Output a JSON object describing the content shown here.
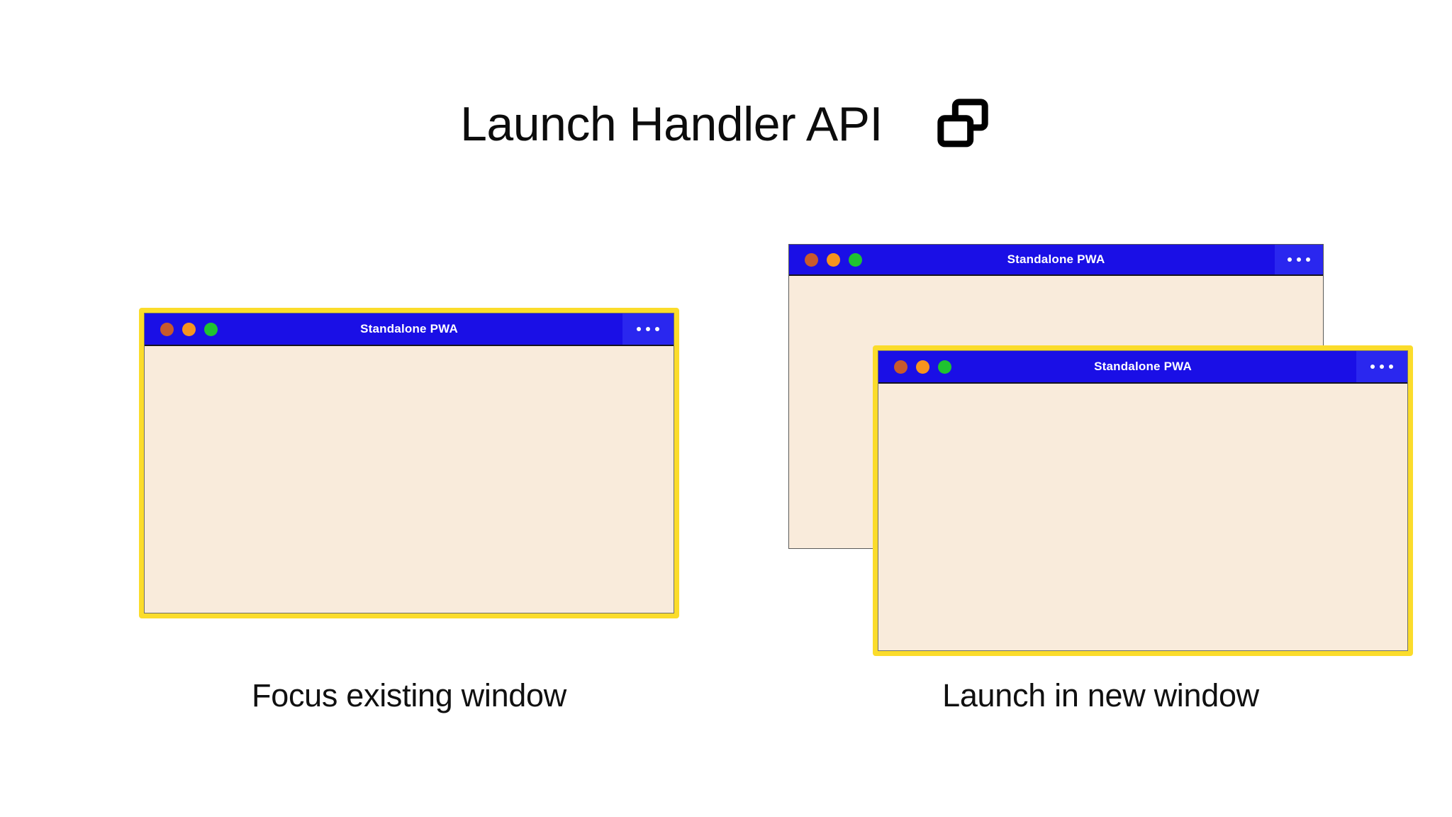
{
  "header": {
    "title": "Launch Handler API",
    "icon": "multi-window-icon"
  },
  "windows": {
    "left": {
      "title": "Standalone PWA",
      "menu_icon": "overflow-menu-icon",
      "highlighted": true,
      "controls": [
        "close-dot",
        "minimize-dot",
        "maximize-dot"
      ]
    },
    "back": {
      "title": "Standalone PWA",
      "menu_icon": "overflow-menu-icon",
      "highlighted": false,
      "controls": [
        "close-dot",
        "minimize-dot",
        "maximize-dot"
      ]
    },
    "front": {
      "title": "Standalone PWA",
      "menu_icon": "overflow-menu-icon",
      "highlighted": true,
      "controls": [
        "close-dot",
        "minimize-dot",
        "maximize-dot"
      ]
    }
  },
  "captions": {
    "left": "Focus existing window",
    "right": "Launch in new window"
  },
  "colors": {
    "background": "#ffffff",
    "titlebar_blue": "#1a0fe6",
    "menu_blue": "#2a27ef",
    "window_body_cream": "#f9ebdb",
    "highlight_yellow": "#fbdc2b",
    "dot_red": "#c85a2c",
    "dot_amber": "#f7941e",
    "dot_green": "#1fc330",
    "text_dark": "#0c0c0c",
    "border_gray": "#5a5a58"
  }
}
